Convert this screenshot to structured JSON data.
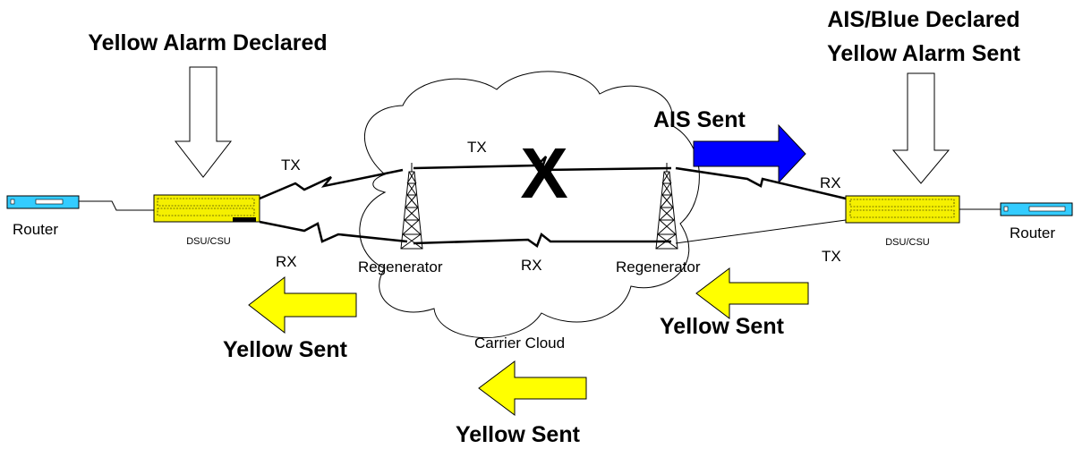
{
  "labels": {
    "left_declared": "Yellow Alarm Declared",
    "right_declared_line1": "AIS/Blue Declared",
    "right_declared_line2": "Yellow Alarm Sent",
    "ais_sent": "AIS Sent",
    "x_mark": "X",
    "left_router": "Router",
    "right_router": "Router",
    "left_dsu": "DSU/CSU",
    "right_dsu": "DSU/CSU",
    "left_tx": "TX",
    "left_rx": "RX",
    "cloud_tx": "TX",
    "cloud_rx": "RX",
    "right_rx": "RX",
    "right_tx": "TX",
    "left_regenerator": "Regenerator",
    "right_regenerator": "Regenerator",
    "carrier_cloud": "Carrier Cloud",
    "yellow_sent_left": "Yellow Sent",
    "yellow_sent_right": "Yellow Sent",
    "yellow_sent_bottom": "Yellow Sent"
  },
  "colors": {
    "dsu_fill": "#f5f000",
    "router_fill": "#33ccff",
    "yellow_arrow": "#ffff00",
    "ais_arrow": "#0000ff",
    "outline": "#000000"
  },
  "icons": {
    "router": "router-icon",
    "dsu": "dsu-csu-icon",
    "tower": "regenerator-tower-icon",
    "failure": "link-failure-x"
  }
}
